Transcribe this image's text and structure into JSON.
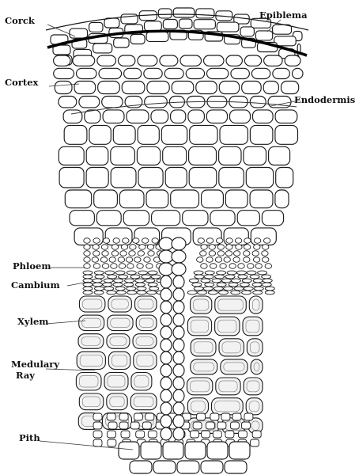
{
  "labels": {
    "cork": "Corck",
    "epiblema": "Epiblema",
    "cortex": "Cortex",
    "endodermis": "Endodermis",
    "phloem": "Phloem",
    "cambium": "Cambium",
    "xylem": "Xylem",
    "medullary_ray_1": "Medulary",
    "medullary_ray_2": "Ray",
    "pith": "Pith"
  }
}
